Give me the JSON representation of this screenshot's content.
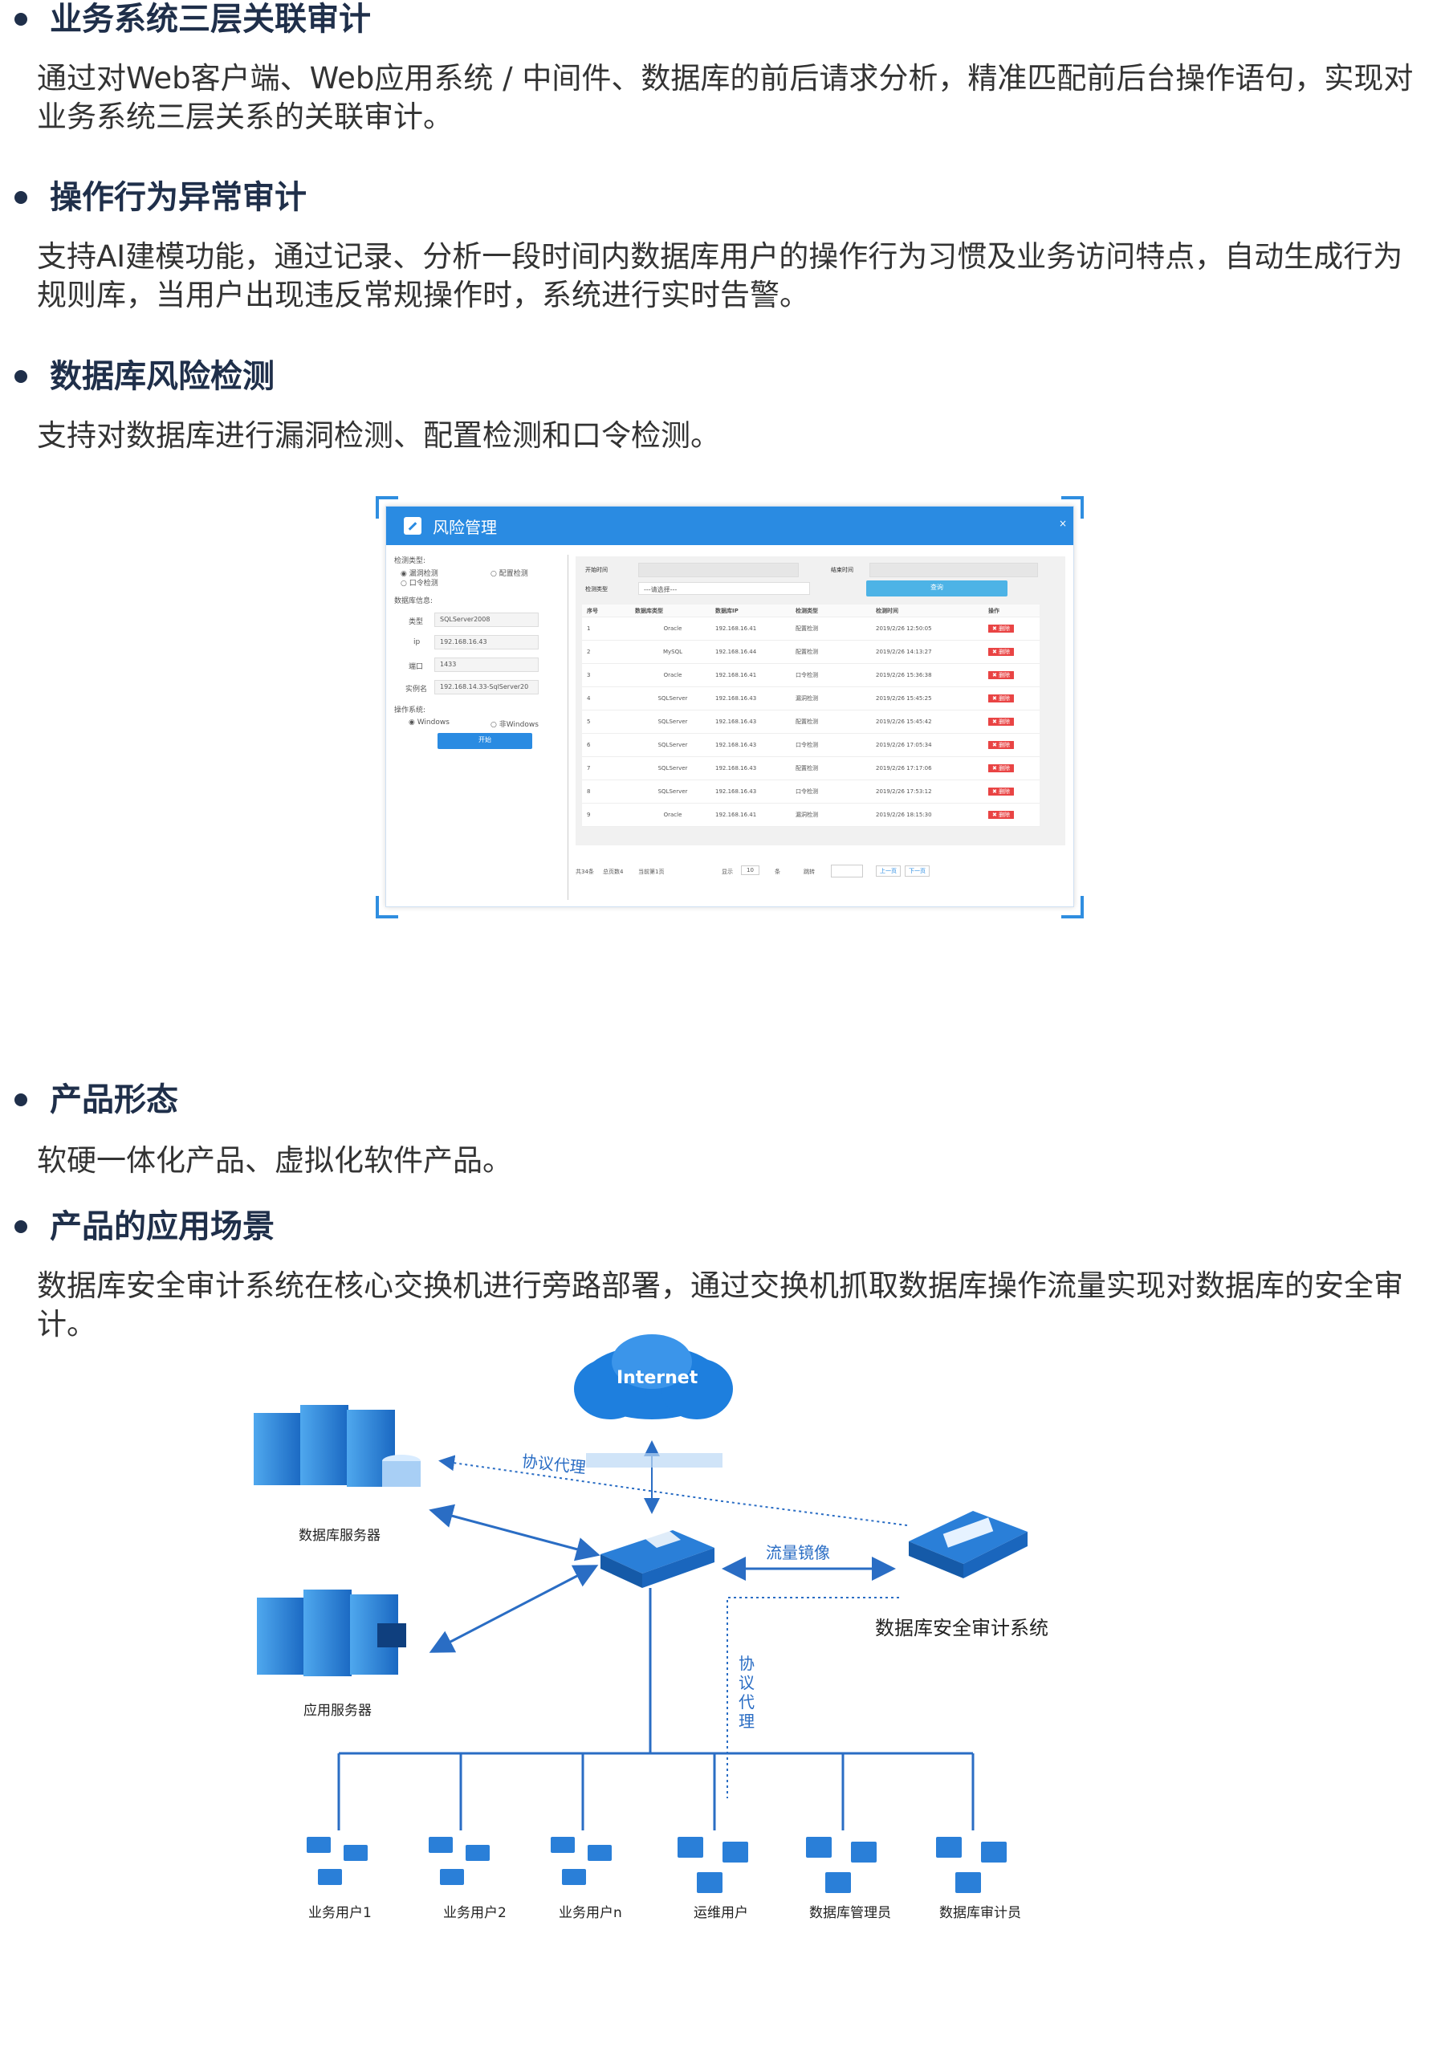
{
  "sections": [
    {
      "heading": "业务系统三层关联审计",
      "text": "通过对Web客户端、Web应用系统 / 中间件、数据库的前后请求分析，精准匹配前后台操作语句，实现对业务系统三层关系的关联审计。"
    },
    {
      "heading": "操作行为异常审计",
      "text": "支持AI建模功能，通过记录、分析一段时间内数据库用户的操作行为习惯及业务访问特点，自动生成行为规则库，当用户出现违反常规操作时，系统进行实时告警。"
    },
    {
      "heading": "数据库风险检测",
      "text": "支持对数据库进行漏洞检测、配置检测和口令检测。"
    },
    {
      "heading": "产品形态",
      "text": "软硬一体化产品、虚拟化软件产品。"
    },
    {
      "heading": "产品的应用场景",
      "text": "数据库安全审计系统在核心交换机进行旁路部署，通过交换机抓取数据库操作流量实现对数据库的安全审计。"
    }
  ],
  "screenshot": {
    "window_title": "风险管理",
    "close": "×",
    "left": {
      "check_type_label": "检测类型:",
      "opt_vuln": "◉ 漏洞检测",
      "opt_config": "○ 配置检测",
      "opt_pwd": "○ 口令检测",
      "db_info_label": "数据库信息:",
      "type_label": "类型",
      "type_value": "SQLServer2008",
      "ip_label": "ip",
      "ip_value": "192.168.16.43",
      "port_label": "端口",
      "port_value": "1433",
      "instance_label": "实例名",
      "instance_value": "192.168.14.33-SqlServer20",
      "os_label": "操作系统:",
      "os_windows": "◉ Windows",
      "os_nonwindows": "○ 非Windows",
      "start_button": "开始"
    },
    "filters": {
      "start_time_label": "开始时间",
      "end_time_label": "结束时间",
      "check_type_label": "检测类型",
      "select_placeholder": "---请选择---",
      "query_button": "查询"
    },
    "table": {
      "columns": [
        "序号",
        "数据库类型",
        "数据库IP",
        "检测类型",
        "检测时间",
        "操作"
      ],
      "delete_label": "✖ 删除",
      "rows": [
        [
          "1",
          "Oracle",
          "192.168.16.41",
          "配置检测",
          "2019/2/26 12:50:05"
        ],
        [
          "2",
          "MySQL",
          "192.168.16.44",
          "配置检测",
          "2019/2/26 14:13:27"
        ],
        [
          "3",
          "Oracle",
          "192.168.16.41",
          "口令检测",
          "2019/2/26 15:36:38"
        ],
        [
          "4",
          "SQLServer",
          "192.168.16.43",
          "漏洞检测",
          "2019/2/26 15:45:25"
        ],
        [
          "5",
          "SQLServer",
          "192.168.16.43",
          "配置检测",
          "2019/2/26 15:45:42"
        ],
        [
          "6",
          "SQLServer",
          "192.168.16.43",
          "口令检测",
          "2019/2/26 17:05:34"
        ],
        [
          "7",
          "SQLServer",
          "192.168.16.43",
          "配置检测",
          "2019/2/26 17:17:06"
        ],
        [
          "8",
          "SQLServer",
          "192.168.16.43",
          "口令检测",
          "2019/2/26 17:53:12"
        ],
        [
          "9",
          "Oracle",
          "192.168.16.41",
          "漏洞检测",
          "2019/2/26 18:15:30"
        ]
      ]
    },
    "pager": {
      "total": "共34条",
      "pages": "总页数4",
      "current": "当前第1页",
      "show": "显示",
      "size": "10",
      "unit": "条",
      "jump": "跳转",
      "prev": "上一页",
      "next": "下一页"
    }
  },
  "diagram": {
    "internet": "Internet",
    "protocol_proxy_h": "协议代理",
    "db_servers": "数据库服务器",
    "app_servers": "应用服务器",
    "traffic_mirror": "流量镜像",
    "audit_system": "数据库安全审计系统",
    "protocol_proxy_v": [
      "协",
      "议",
      "代",
      "理"
    ],
    "users": [
      "业务用户1",
      "业务用户2",
      "业务用户n",
      "运维用户",
      "数据库管理员",
      "数据库审计员"
    ]
  },
  "colors": {
    "heading": "#1f2f4a",
    "accent": "#2a8be2",
    "link": "#2a6dc4"
  }
}
